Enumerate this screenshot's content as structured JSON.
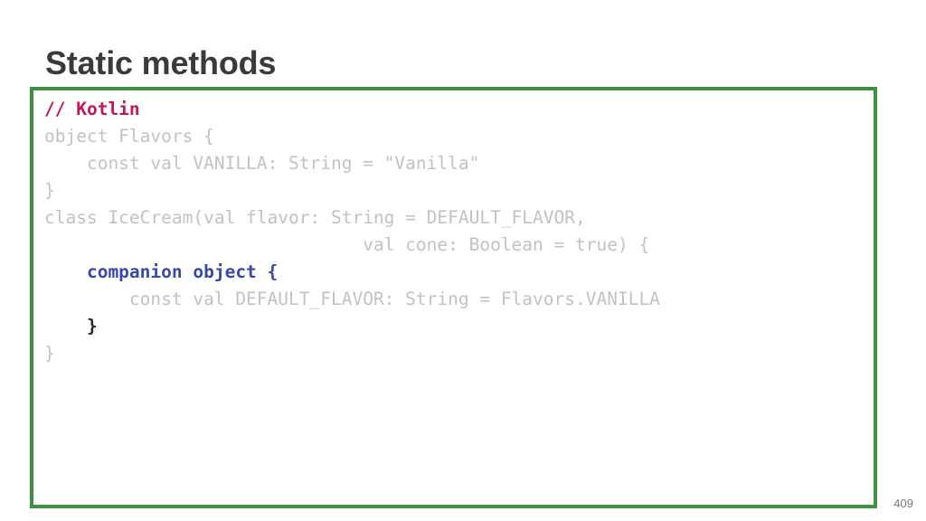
{
  "slide": {
    "title": "Static methods",
    "page_number": "409",
    "accent_color": "#3f9142",
    "title_color": "#3a3a3a",
    "background": "#ffffff"
  },
  "code": {
    "language": "Kotlin",
    "dim_color": "#c2c2c2",
    "comment_color": "#c2185b",
    "keyword_color": "#3949ab",
    "highlight_brace_color": "#212931",
    "lines": [
      {
        "id": "l1",
        "text": "// Kotlin",
        "style": "comment"
      },
      {
        "id": "l2",
        "text": "object Flavors {",
        "style": "dim"
      },
      {
        "id": "l3",
        "text": "    const val VANILLA: String = \"Vanilla\"",
        "style": "dim"
      },
      {
        "id": "l4",
        "text": "}",
        "style": "dim"
      },
      {
        "id": "l5",
        "text": "class IceCream(val flavor: String = DEFAULT_FLAVOR,",
        "style": "dim"
      },
      {
        "id": "l6",
        "text": "                              val cone: Boolean = true) {",
        "style": "dim"
      },
      {
        "id": "l7",
        "text": "    companion object {",
        "style": "kw-blue"
      },
      {
        "id": "l8",
        "text": "        const val DEFAULT_FLAVOR: String = Flavors.VANILLA",
        "style": "dim"
      },
      {
        "id": "l9",
        "text": "    }",
        "style": "brace-hl"
      },
      {
        "id": "l10",
        "text": "}",
        "style": "dim"
      }
    ]
  }
}
